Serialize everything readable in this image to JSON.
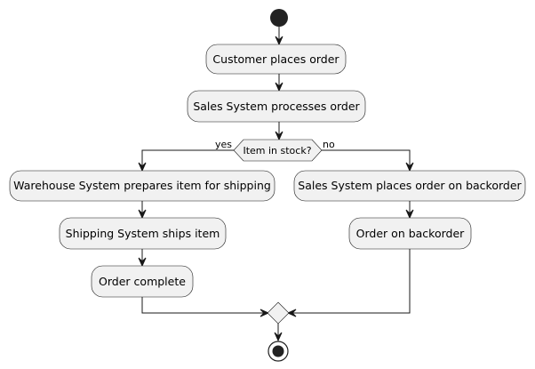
{
  "diagram": {
    "type": "activity",
    "nodes": {
      "start": {
        "kind": "start"
      },
      "customer_places_order": {
        "kind": "action",
        "label": "Customer places order"
      },
      "sales_processes_order": {
        "kind": "action",
        "label": "Sales System processes order"
      },
      "item_in_stock": {
        "kind": "decision",
        "label": "Item in stock?",
        "yes_label": "yes",
        "no_label": "no"
      },
      "warehouse_prepares": {
        "kind": "action",
        "label": "Warehouse System prepares item for shipping"
      },
      "shipping_ships": {
        "kind": "action",
        "label": "Shipping System ships item"
      },
      "order_complete": {
        "kind": "action",
        "label": "Order complete"
      },
      "sales_backorder": {
        "kind": "action",
        "label": "Sales System places order on backorder"
      },
      "order_on_backorder": {
        "kind": "action",
        "label": "Order on backorder"
      },
      "merge": {
        "kind": "merge"
      },
      "end": {
        "kind": "end"
      }
    },
    "edges": [
      {
        "from": "start",
        "to": "customer_places_order"
      },
      {
        "from": "customer_places_order",
        "to": "sales_processes_order"
      },
      {
        "from": "sales_processes_order",
        "to": "item_in_stock"
      },
      {
        "from": "item_in_stock",
        "to": "warehouse_prepares",
        "label": "yes"
      },
      {
        "from": "item_in_stock",
        "to": "sales_backorder",
        "label": "no"
      },
      {
        "from": "warehouse_prepares",
        "to": "shipping_ships"
      },
      {
        "from": "shipping_ships",
        "to": "order_complete"
      },
      {
        "from": "sales_backorder",
        "to": "order_on_backorder"
      },
      {
        "from": "order_complete",
        "to": "merge"
      },
      {
        "from": "order_on_backorder",
        "to": "merge"
      },
      {
        "from": "merge",
        "to": "end"
      }
    ],
    "colors": {
      "fill": "#f1f1f1",
      "stroke": "#181818",
      "text": "#000000"
    }
  }
}
